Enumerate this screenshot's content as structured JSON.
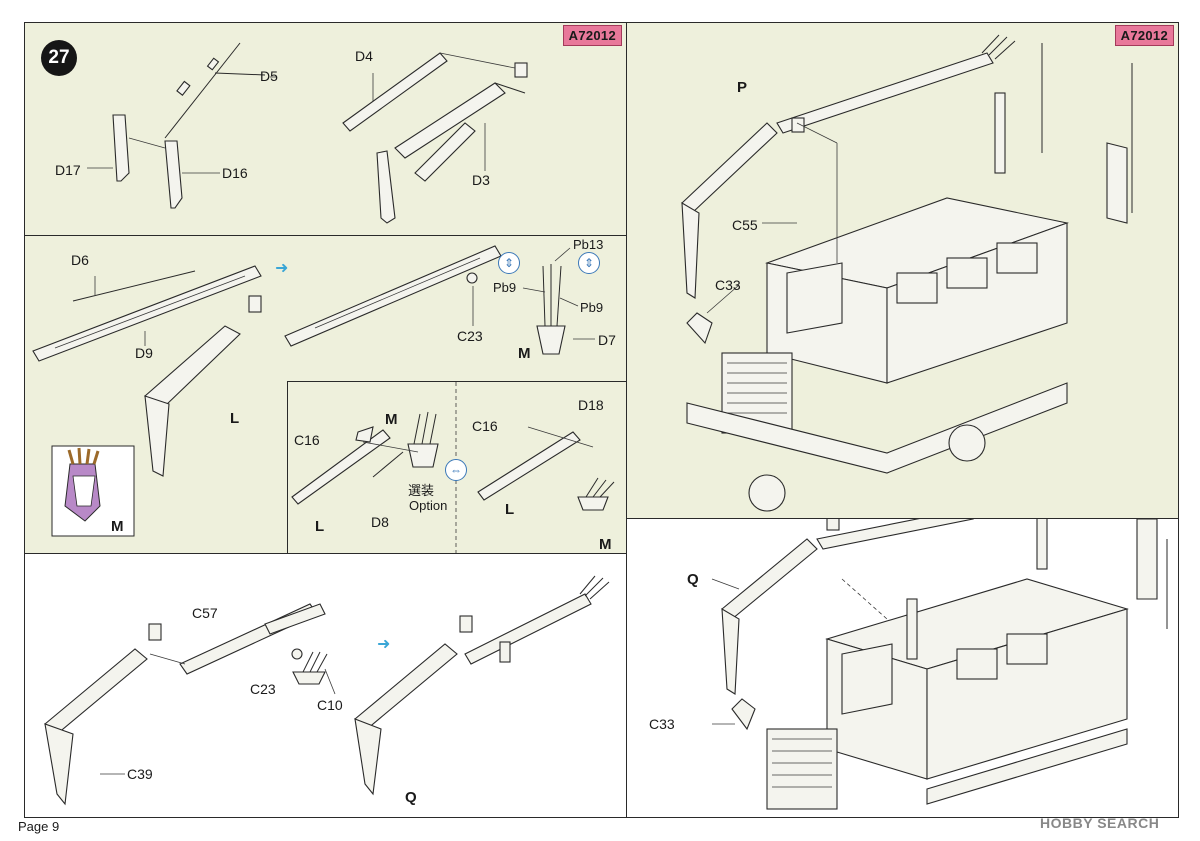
{
  "kit_code": "A72012",
  "step_number": "27",
  "page_label": "Page 9",
  "watermark": "HOBBY SEARCH",
  "panel_top_left": {
    "labels": [
      "D5",
      "D17",
      "D16",
      "D4",
      "D3"
    ]
  },
  "panel_middle": {
    "labels": [
      "D6",
      "D9",
      "L",
      "C23",
      "Pb13",
      "Pb9",
      "Pb9",
      "D7",
      "M"
    ],
    "inset_label": "M"
  },
  "panel_option": {
    "left_labels": [
      "M",
      "C16",
      "L",
      "D8"
    ],
    "option_text_jp": "選装",
    "option_text_en": "Option",
    "right_labels": [
      "D18",
      "C16",
      "L",
      "M"
    ]
  },
  "panel_bottom_left": {
    "labels": [
      "C57",
      "C23",
      "C10",
      "C39",
      "Q"
    ]
  },
  "panel_right_top": {
    "labels": [
      "P",
      "C55",
      "C33"
    ]
  },
  "panel_right_bottom": {
    "labels": [
      "Q",
      "C33"
    ]
  }
}
